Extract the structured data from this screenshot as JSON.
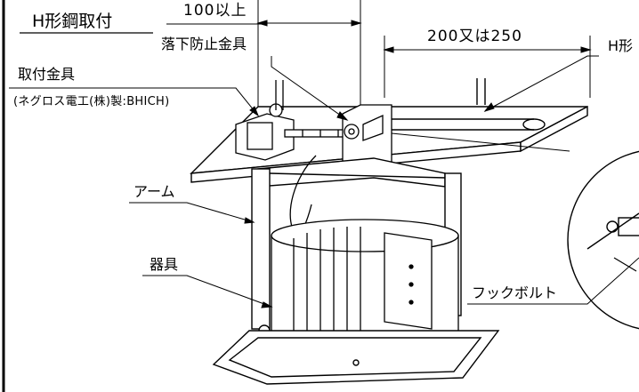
{
  "labels": {
    "title": "H形鋼取付",
    "dim_100": "100以上",
    "fall_prevention": "落下防止金具",
    "dim_200": "200又は250",
    "h_beam": "H形",
    "mount_fitting": "取付金具",
    "maker_note": "(ネグロス電工(株)製:BHICH)",
    "arm": "アーム",
    "fixture": "器具",
    "hook_bolt": "フックボルト"
  },
  "colors": {
    "line": "#000000",
    "background": "#ffffff"
  }
}
